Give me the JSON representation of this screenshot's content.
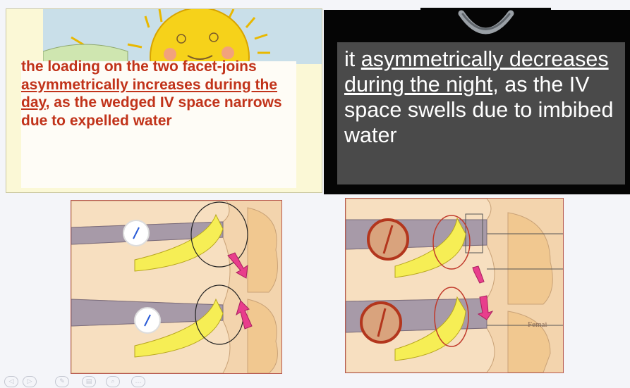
{
  "slide": {
    "left_panel": {
      "text_part1": "the loading on the two facet-joins ",
      "text_underlined": "asymmetrically increases during the day",
      "text_part2": ", as the wedged IV space narrows due to expelled water",
      "text_color": "#c1331a"
    },
    "right_panel": {
      "text_part1": "it ",
      "text_underlined1": "asymmetrically decreases during the night",
      "text_part2": ", as the IV space swells due to imbibed water",
      "text_color": "#ffffff",
      "box_color": "#4a4a4a"
    },
    "diagram_right": {
      "caption": "Femaì"
    }
  },
  "navigation": {
    "buttons": [
      {
        "name": "prev-slide-button",
        "icon": "◁"
      },
      {
        "name": "next-slide-button",
        "icon": "▷"
      },
      {
        "name": "pen-tool-button",
        "icon": "✎"
      },
      {
        "name": "slides-overview-button",
        "icon": "▤"
      },
      {
        "name": "zoom-button",
        "icon": "⌕"
      },
      {
        "name": "more-options-button",
        "icon": "…"
      }
    ]
  }
}
